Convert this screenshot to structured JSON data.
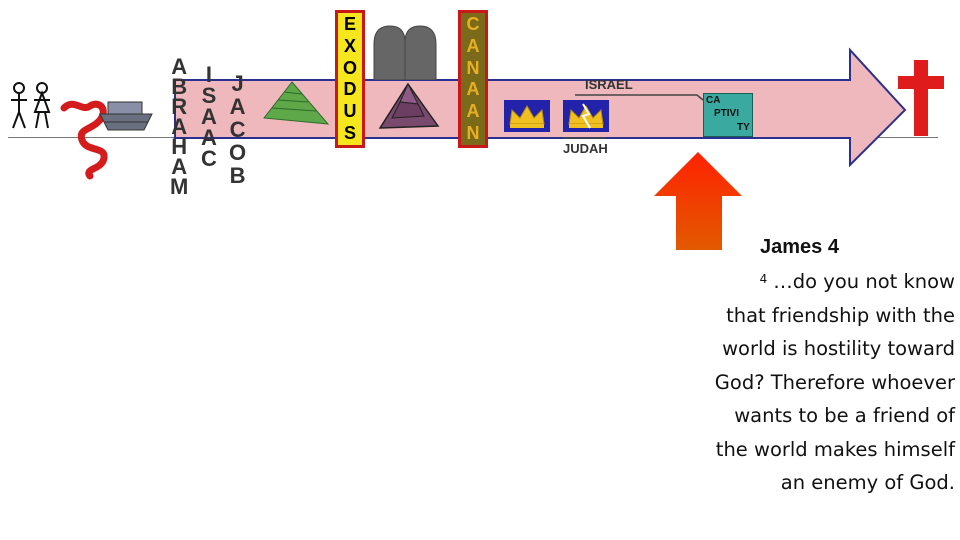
{
  "timeline": {
    "abraham_letters": [
      "A",
      "B",
      "R",
      "A",
      "H",
      "A",
      "M"
    ],
    "isaac_letters": [
      "I",
      "S",
      "A",
      "A",
      "C"
    ],
    "jacob_letters": [
      "J",
      "A",
      "C",
      "O",
      "B"
    ],
    "exodus_letters": [
      "E",
      "X",
      "O",
      "D",
      "U",
      "S"
    ],
    "canaan_letters": [
      "C",
      "A",
      "N",
      "A",
      "A",
      "N"
    ],
    "israel_label": "ISRAEL",
    "judah_label": "JUDAH",
    "captivity_parts": [
      "CA",
      "PTIVI",
      "TY"
    ]
  },
  "verse": {
    "reference": "James 4",
    "number": "4",
    "lines": [
      "…do you not know",
      "that friendship with the",
      "world is hostility toward",
      "God? Therefore whoever",
      "wants to be a friend of",
      "the world makes himself",
      "an enemy of God."
    ]
  },
  "colors": {
    "arrow_fill": "#efb8bc",
    "arrow_stroke": "#2b2f8f",
    "exodus_bar": "#f5e61e",
    "canaan_bar": "#7a6a1a",
    "cross": "#e01b1b",
    "captivity_box": "#3aa9a0",
    "pointer_arrow_top": "#ff2200",
    "pointer_arrow_bottom": "#e25a00"
  }
}
